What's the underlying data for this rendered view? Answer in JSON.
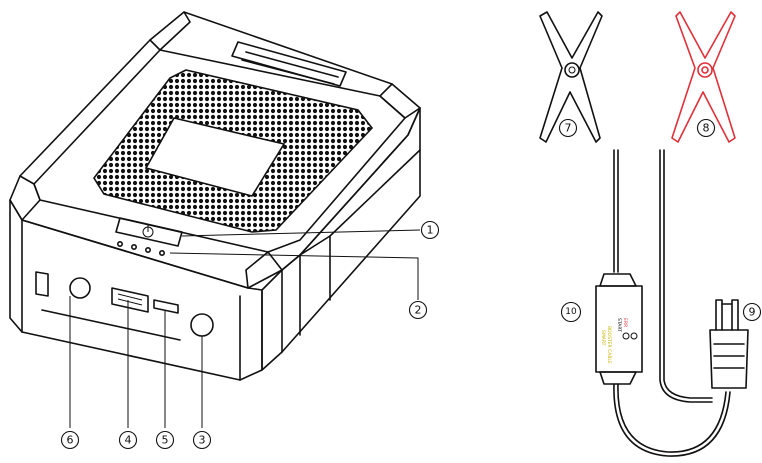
{
  "callouts": [
    "1",
    "2",
    "3",
    "4",
    "5",
    "6",
    "7",
    "8",
    "9",
    "10"
  ],
  "module": {
    "line1": "SMART",
    "line2": "BOOSTER CABLE",
    "start": "START",
    "err": "ERR"
  },
  "colors": {
    "outline": "#111111",
    "red_clamp": "#e0303a",
    "module_text": "#c8b400",
    "err_text": "#e0303a"
  }
}
